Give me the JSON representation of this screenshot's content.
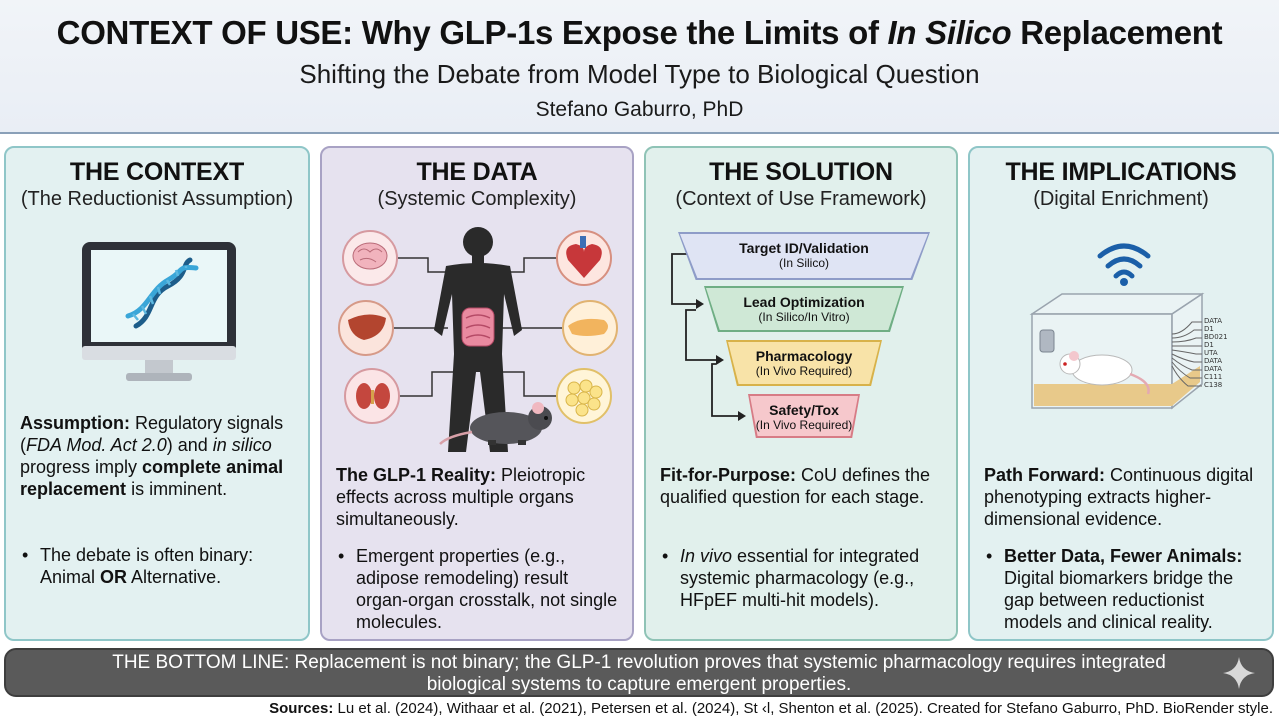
{
  "header": {
    "title_pre": "CONTEXT OF USE: Why GLP-1s Expose the Limits of ",
    "title_italic": "In Silico",
    "title_post": " Replacement",
    "subtitle": "Shifting the Debate from Model Type to Biological Question",
    "author": "Stefano Gaburro, PhD"
  },
  "panels": {
    "context": {
      "title": "THE CONTEXT",
      "subtitle": "(The Reductionist Assumption)",
      "lead_label": "Assumption:",
      "lead_1": " Regulatory signals (",
      "lead_italic_1": "FDA Mod. Act 2.0",
      "lead_2": ") and ",
      "lead_italic_2": "in silico",
      "lead_3": " progress imply ",
      "lead_bold": "complete animal replacement",
      "lead_4": " is imminent.",
      "bullet_1": "The debate is often binary: Animal ",
      "bullet_bold": "OR",
      "bullet_2": " Alternative."
    },
    "data": {
      "title": "THE DATA",
      "subtitle": "(Systemic Complexity)",
      "lead_label": "The GLP-1 Reality:",
      "lead_text": " Pleiotropic effects across multiple organs simultaneously.",
      "bullet": "Emergent properties (e.g., adipose remodeling) result organ-organ crosstalk, not single molecules."
    },
    "solution": {
      "title": "THE SOLUTION",
      "subtitle": "(Context of Use Framework)",
      "funnel": [
        {
          "title": "Target ID/Validation",
          "sub": "(In Silico)",
          "color": "#dfe4f4",
          "border": "#8e9cc8"
        },
        {
          "title": "Lead Optimization",
          "sub": "(In Silico/In Vitro)",
          "color": "#cfe8d6",
          "border": "#6fae84"
        },
        {
          "title": "Pharmacology",
          "sub": "(In Vivo Required)",
          "color": "#f8e3a8",
          "border": "#d8b24a"
        },
        {
          "title": "Safety/Tox",
          "sub": "(In Vivo Required)",
          "color": "#f6c8cc",
          "border": "#d77c86"
        }
      ],
      "lead_label": "Fit-for-Purpose:",
      "lead_text": " CoU defines the qualified question for each stage.",
      "bullet_italic": "In vivo",
      "bullet_text": " essential for integrated systemic pharmacology (e.g., HFpEF multi-hit models)."
    },
    "implications": {
      "title": "THE IMPLICATIONS",
      "subtitle": "(Digital Enrichment)",
      "data_labels": [
        "DATA",
        "D1",
        "BD021",
        "D1",
        "UTA",
        "DATA",
        "DATA",
        "C111",
        "C138"
      ],
      "lead_label": "Path Forward:",
      "lead_text": " Continuous digital phenotyping extracts higher-dimensional evidence.",
      "bullet_bold": "Better Data, Fewer Animals:",
      "bullet_text": " Digital biomarkers bridge the gap between reductionist models and clinical reality."
    }
  },
  "bottom_line": {
    "text_1": "THE BOTTOM LINE: Replacement is not binary; the GLP-1 revolution proves that systemic pharmacology requires integrated",
    "text_2": "biological systems to capture emergent properties."
  },
  "sources": {
    "label": "Sources:",
    "text": " Lu et al. (2024), Withaar et al. (2021), Petersen et al. (2024), St ‹l, Shenton et al. (2025). Created for Stefano Gaburro, PhD. BioRender style."
  },
  "colors": {
    "context_bg": "#e3f1f1",
    "data_bg": "#e6e2ef",
    "solution_bg": "#e1f0ec",
    "bottom_bg": "#5a5a5a"
  }
}
